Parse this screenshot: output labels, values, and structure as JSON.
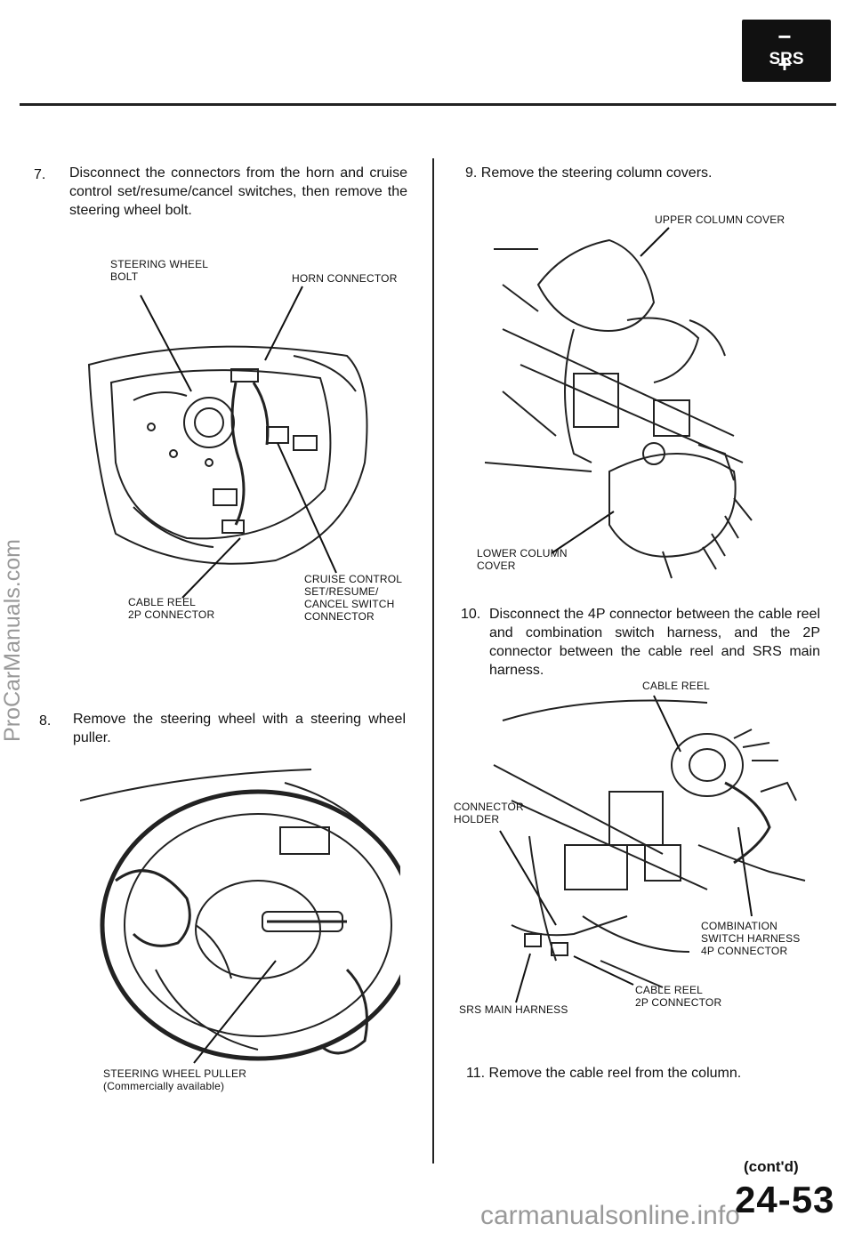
{
  "badge": {
    "symbols": "− +",
    "text": "SRS"
  },
  "left_column": {
    "step7": {
      "number": "7.",
      "text": "Disconnect the connectors from the horn and cruise control set/resume/cancel switches, then remove the steering wheel bolt."
    },
    "fig1_labels": {
      "steering_wheel_bolt": [
        "STEERING WHEEL",
        "BOLT"
      ],
      "horn_connector": "HORN CONNECTOR",
      "cable_reel_2p": [
        "CABLE REEL",
        "2P CONNECTOR"
      ],
      "cruise_control": [
        "CRUISE CONTROL",
        "SET/RESUME/",
        "CANCEL SWITCH",
        "CONNECTOR"
      ]
    },
    "step8": {
      "number": "8.",
      "text": "Remove the steering wheel with a steering wheel puller."
    },
    "fig2_labels": {
      "puller": [
        "STEERING WHEEL PULLER",
        "(Commercially available)"
      ]
    }
  },
  "right_column": {
    "step9": {
      "number": "9.",
      "text": "Remove the steering column covers."
    },
    "fig3_labels": {
      "upper_cover": "UPPER COLUMN COVER",
      "lower_cover": [
        "LOWER COLUMN",
        "COVER"
      ]
    },
    "step10": {
      "number": "10.",
      "text": "Disconnect the 4P connector between the cable reel and combination switch harness, and the 2P connector between the cable reel and SRS main harness."
    },
    "fig4_labels": {
      "cable_reel": "CABLE REEL",
      "connector_holder": [
        "CONNECTOR",
        "HOLDER"
      ],
      "combination": [
        "COMBINATION",
        "SWITCH HARNESS",
        "4P CONNECTOR"
      ],
      "srs_main": "SRS MAIN HARNESS",
      "cable_reel_2p": [
        "CABLE REEL",
        "2P CONNECTOR"
      ]
    },
    "step11": {
      "number": "11.",
      "text": "Remove the cable reel from the column."
    }
  },
  "footer": {
    "contd": "(cont'd)",
    "page": "24-53"
  },
  "watermarks": {
    "left": "ProCarManuals.com",
    "bottom": "carmanualsonline.info"
  }
}
